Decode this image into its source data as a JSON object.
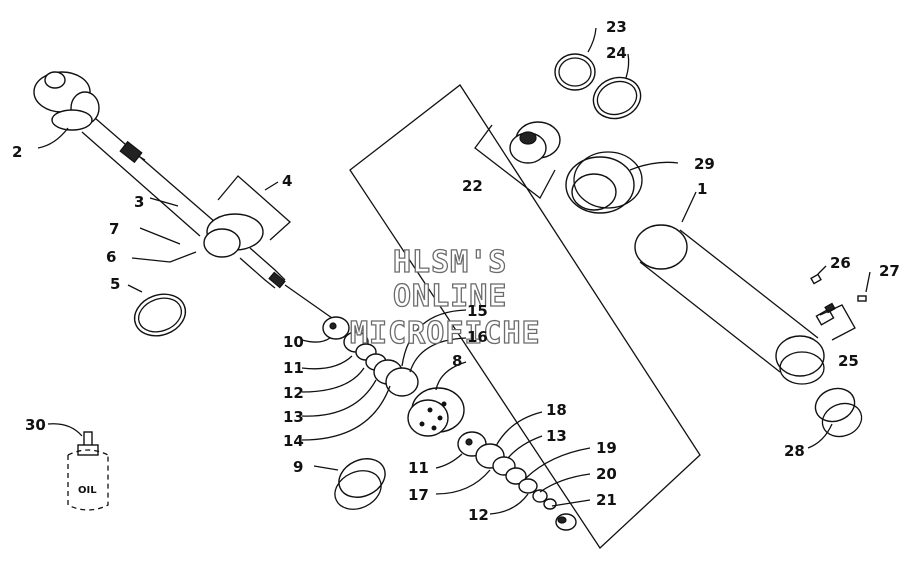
{
  "watermark": {
    "line1": "HLSM'S",
    "line2": "ONLINE",
    "line3": "MICROFICHE"
  },
  "oil_label": "OIL",
  "callouts": [
    "1",
    "2",
    "3",
    "4",
    "5",
    "6",
    "7",
    "8",
    "9",
    "10",
    "11",
    "11",
    "12",
    "12",
    "13",
    "13",
    "14",
    "15",
    "16",
    "17",
    "18",
    "19",
    "20",
    "21",
    "22",
    "23",
    "24",
    "25",
    "26",
    "27",
    "28",
    "29",
    "30"
  ]
}
